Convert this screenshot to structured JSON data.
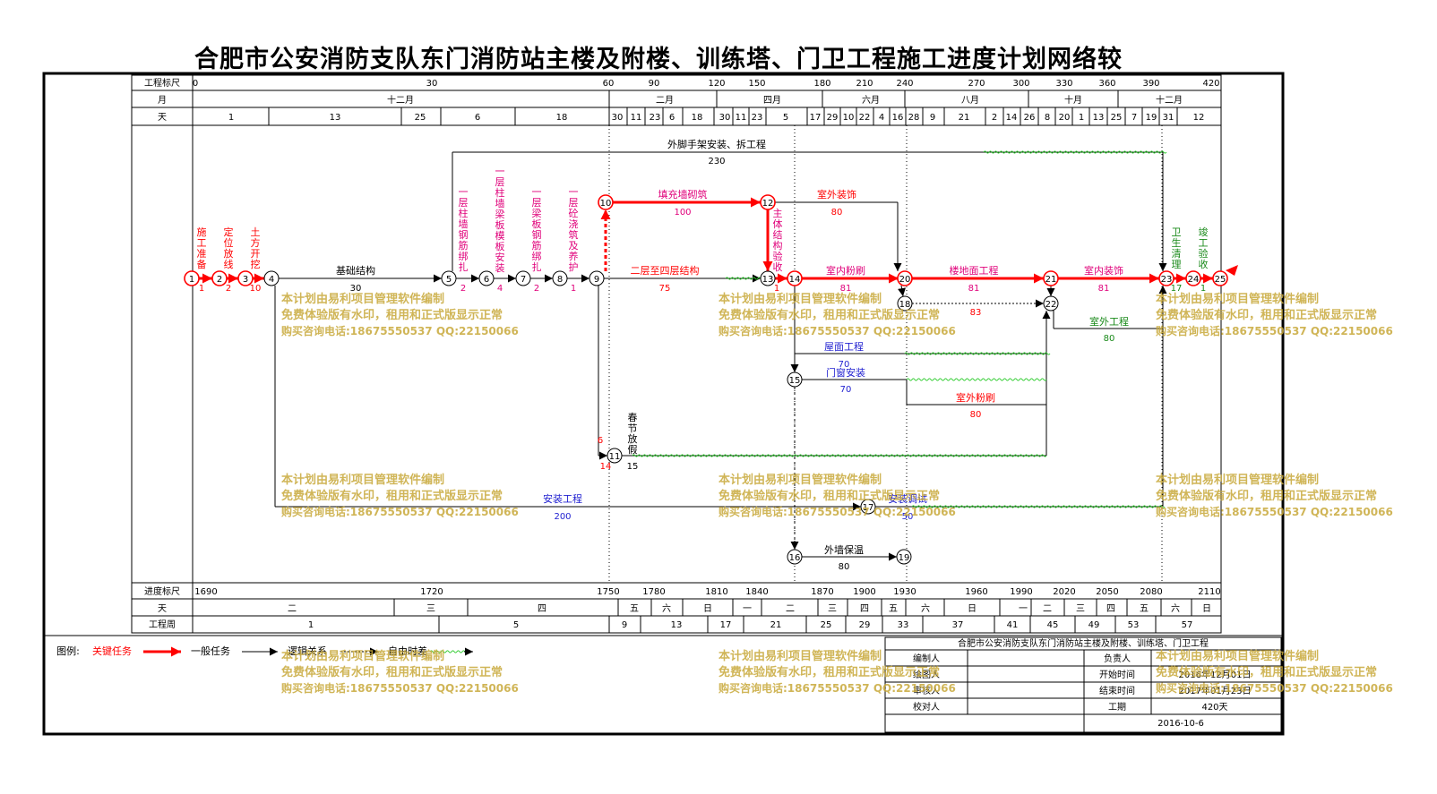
{
  "title": "合肥市公安消防支队东门消防站主楼及附楼、训练塔、门卫工程施工进度计划网络较",
  "header": {
    "scale_label": "工程标尺",
    "month_label": "月",
    "day_label": "天",
    "scale_ticks": [
      "0",
      "30",
      "60",
      "90",
      "120",
      "150",
      "180",
      "210",
      "240",
      "270",
      "300",
      "330",
      "360",
      "390",
      "420"
    ],
    "months": [
      "十二月",
      "二月",
      "四月",
      "六月",
      "八月",
      "十月",
      "十二月"
    ],
    "days": [
      "1",
      "13",
      "25",
      "6",
      "18",
      "30",
      "11",
      "23",
      "6",
      "18",
      "30",
      "11",
      "23",
      "5",
      "17",
      "29",
      "10",
      "22",
      "4",
      "16",
      "28",
      "9",
      "21",
      "2",
      "14",
      "26",
      "8",
      "20",
      "1",
      "13",
      "25",
      "7",
      "19",
      "31",
      "12"
    ]
  },
  "footer": {
    "progress_label": "进度标尺",
    "day_label": "天",
    "week_label": "工程周",
    "progress_ticks": [
      "1690",
      "1720",
      "1750",
      "1780",
      "1810",
      "1840",
      "1870",
      "1900",
      "1930",
      "1960",
      "1990",
      "2020",
      "2050",
      "2080",
      "2110"
    ],
    "weekdays": [
      "二",
      "三",
      "四",
      "五",
      "六",
      "日",
      "一",
      "二",
      "三",
      "四",
      "五",
      "六",
      "日",
      "一",
      "二",
      "三",
      "四",
      "五",
      "六",
      "日"
    ],
    "weeks": [
      "1",
      "5",
      "9",
      "13",
      "17",
      "21",
      "25",
      "29",
      "33",
      "37",
      "41",
      "45",
      "49",
      "53",
      "57"
    ]
  },
  "nodes": [
    "1",
    "2",
    "3",
    "4",
    "5",
    "6",
    "7",
    "8",
    "9",
    "10",
    "11",
    "12",
    "13",
    "14",
    "15",
    "16",
    "17",
    "18",
    "19",
    "20",
    "21",
    "22",
    "23",
    "24",
    "25"
  ],
  "tasks": {
    "t1": {
      "name": "施工准备",
      "duration": "1"
    },
    "t2": {
      "name": "定位放线",
      "duration": "2"
    },
    "t3": {
      "name": "土方开挖",
      "duration": "10"
    },
    "t4": {
      "name": "基础结构",
      "duration": "30"
    },
    "t5": {
      "name": "一层柱墙钢筋绑扎",
      "duration": "2"
    },
    "t6": {
      "name": "一层柱墙梁板模板安装",
      "duration": "4"
    },
    "t7": {
      "name": "一层梁板钢筋绑扎",
      "duration": "2"
    },
    "t8": {
      "name": "一层砼浇筑及养护",
      "duration": "1"
    },
    "t9": {
      "name": "二层至四层结构",
      "duration": "75"
    },
    "t10": {
      "name": "填充墙砌筑",
      "duration": "100"
    },
    "t11": {
      "name": "室外装饰",
      "duration": "80"
    },
    "t12": {
      "name": "主体结构验收",
      "duration": "1"
    },
    "t13": {
      "name": "室内粉刷",
      "duration": "81"
    },
    "t14": {
      "name": "楼地面工程",
      "duration": "81"
    },
    "t15": {
      "name": "室内装饰",
      "duration": "81"
    },
    "t16": {
      "name": "卫生清理",
      "duration": "17"
    },
    "t17": {
      "name": "竣工验收",
      "duration": "1"
    },
    "t18": {
      "name": "外脚手架安装、拆工程",
      "duration": "230"
    },
    "t19": {
      "name": "春节放假",
      "duration": "15"
    },
    "t20": {
      "name": "安装工程",
      "duration": "200"
    },
    "t21": {
      "name": "安装调试",
      "duration": "50"
    },
    "t22": {
      "name": "屋面工程",
      "duration": "70"
    },
    "t23": {
      "name": "门窗安装",
      "duration": "70"
    },
    "t24": {
      "name": "室外粉刷",
      "duration": "80"
    },
    "t25": {
      "name": "室外工程",
      "duration": "80"
    },
    "t26": {
      "name": "外墙保温",
      "duration": "80"
    },
    "t27": {
      "name": "",
      "duration": "83"
    },
    "t28": {
      "name": "",
      "duration": "6"
    },
    "t29": {
      "name": "",
      "duration": "14"
    }
  },
  "watermark": {
    "line1": "本计划由易利项目管理软件编制",
    "line2": "免费体验版有水印，租用和正式版显示正常",
    "line3": "购买咨询电话:18675550537 QQ:22150066"
  },
  "legend": {
    "label": "图例:",
    "critical": "关键任务",
    "normal": "一般任务",
    "logic": "逻辑关系",
    "float": "自由时差"
  },
  "info": {
    "project": "合肥市公安消防支队东门消防站主楼及附楼、训练塔、门卫工程",
    "editor_label": "编制人",
    "drawer_label": "绘图人",
    "reviewer_label": "审核人",
    "checker_label": "校对人",
    "owner_label": "负责人",
    "start_label": "开始时间",
    "start_value": "2016年12月01日",
    "end_label": "结束时间",
    "end_value": "2017年01月23日",
    "duration_label": "工期",
    "duration_value": "420天",
    "date": "2016-10-6"
  },
  "colors": {
    "critical": "#ff0000",
    "task_label": "#e0007a",
    "blue_label": "#1f1fd0",
    "green_label": "#1a8a1a",
    "float_line": "#33cc33",
    "watermark": "#c8a93a"
  }
}
